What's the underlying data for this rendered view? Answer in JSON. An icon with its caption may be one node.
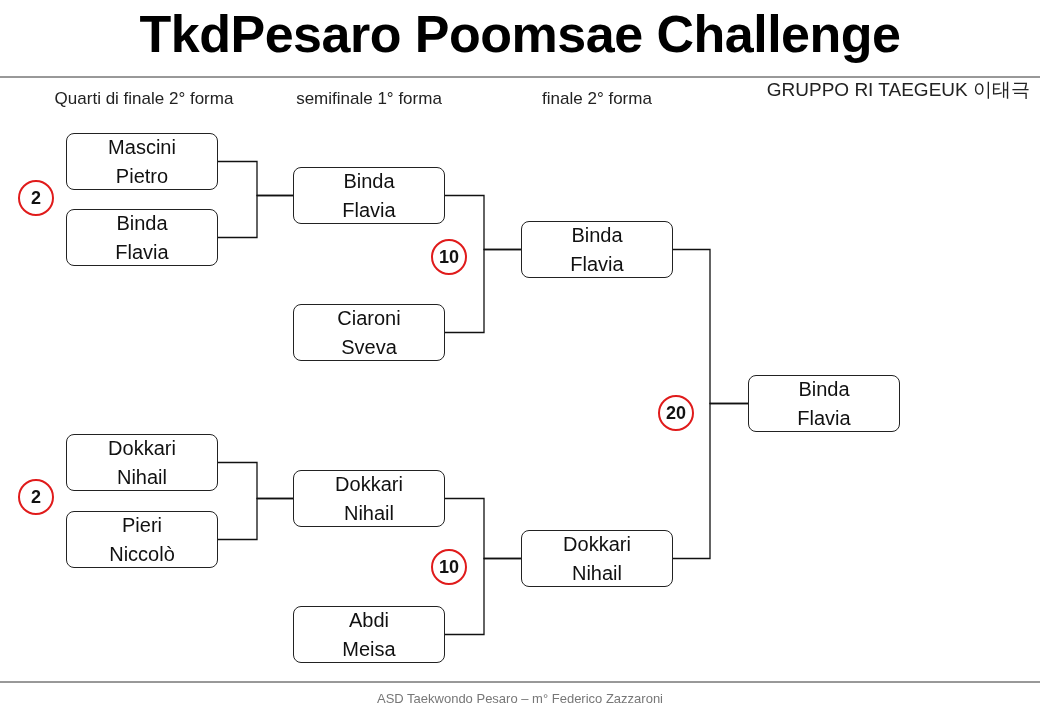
{
  "diagram": {
    "title": "TkdPesaro Poomsae Challenge",
    "caption": "ASD Taekwondo Pesaro – m° Federico Zazzaroni",
    "nodes": [
      {
        "text": [
          "Mascini Pietro"
        ]
      },
      {
        "text": [
          "Binda Flavia"
        ]
      },
      {
        "text": [
          "Binda Flavia"
        ]
      },
      {
        "text": [
          "Ciaroni Sveva"
        ]
      },
      {
        "text": [
          "Binda Flavia"
        ]
      },
      {
        "text": [
          "Binda Flavia"
        ]
      },
      {
        "text": [
          "Dokkari Nihail"
        ]
      },
      {
        "text": [
          "Pieri Niccolò"
        ]
      },
      {
        "text": [
          "Dokkari Nihail"
        ]
      },
      {
        "text": [
          "Abdi Meisa"
        ]
      },
      {
        "text": [
          "Dokkari Nihail"
        ]
      },
      {
        "text": [
          "2"
        ]
      },
      {
        "text": [
          "10"
        ]
      },
      {
        "text": [
          "20"
        ]
      },
      {
        "text": [
          "2"
        ]
      },
      {
        "text": [
          "10"
        ]
      }
    ],
    "edges": [
      {
        "from": 0,
        "to": 2,
        "arrow": "none"
      },
      {
        "from": 1,
        "to": 2,
        "arrow": "none"
      },
      {
        "from": 2,
        "to": 4,
        "arrow": "none"
      },
      {
        "from": 3,
        "to": 4,
        "arrow": "none"
      },
      {
        "from": 4,
        "to": 5,
        "arrow": "none"
      },
      {
        "from": 10,
        "to": 5,
        "arrow": "none"
      },
      {
        "from": 6,
        "to": 8,
        "arrow": "none"
      },
      {
        "from": 7,
        "to": 8,
        "arrow": "none"
      },
      {
        "from": 8,
        "to": 10,
        "arrow": "none"
      },
      {
        "from": 9,
        "to": 10,
        "arrow": "none"
      }
    ],
    "labels": [
      "Quarti di finale 2° forma",
      "semifinale 1° forma",
      "finale 2° forma",
      "GRUPPO RI TAEGEUK 이태극"
    ]
  }
}
